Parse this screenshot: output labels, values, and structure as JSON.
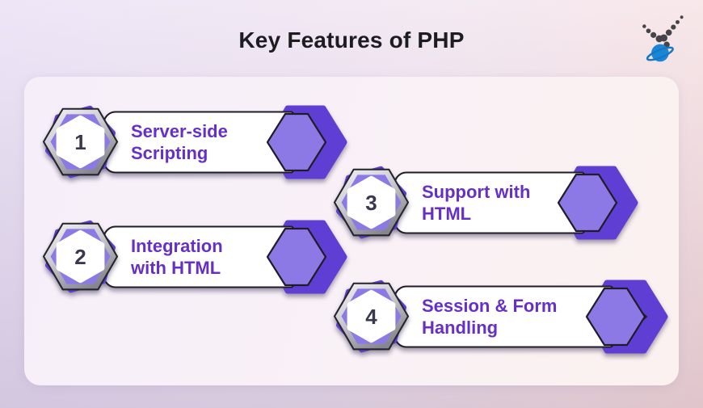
{
  "header": {
    "title": "Key Features of PHP",
    "logo": "dotted-v-planet-logo"
  },
  "colors": {
    "accent_dark_purple": "#5f3ed3",
    "accent_light_purple": "#8c79e6",
    "label_text_purple": "#6630c6",
    "title_text": "#1d1c22",
    "card_background": "#f8f1f5",
    "logo_planet_blue": "#1987d6"
  },
  "features": [
    {
      "number": "1",
      "label": "Server-side\nScripting"
    },
    {
      "number": "2",
      "label": "Integration\nwith HTML"
    },
    {
      "number": "3",
      "label": "Support with\nHTML"
    },
    {
      "number": "4",
      "label": "Session & Form\nHandling"
    }
  ]
}
